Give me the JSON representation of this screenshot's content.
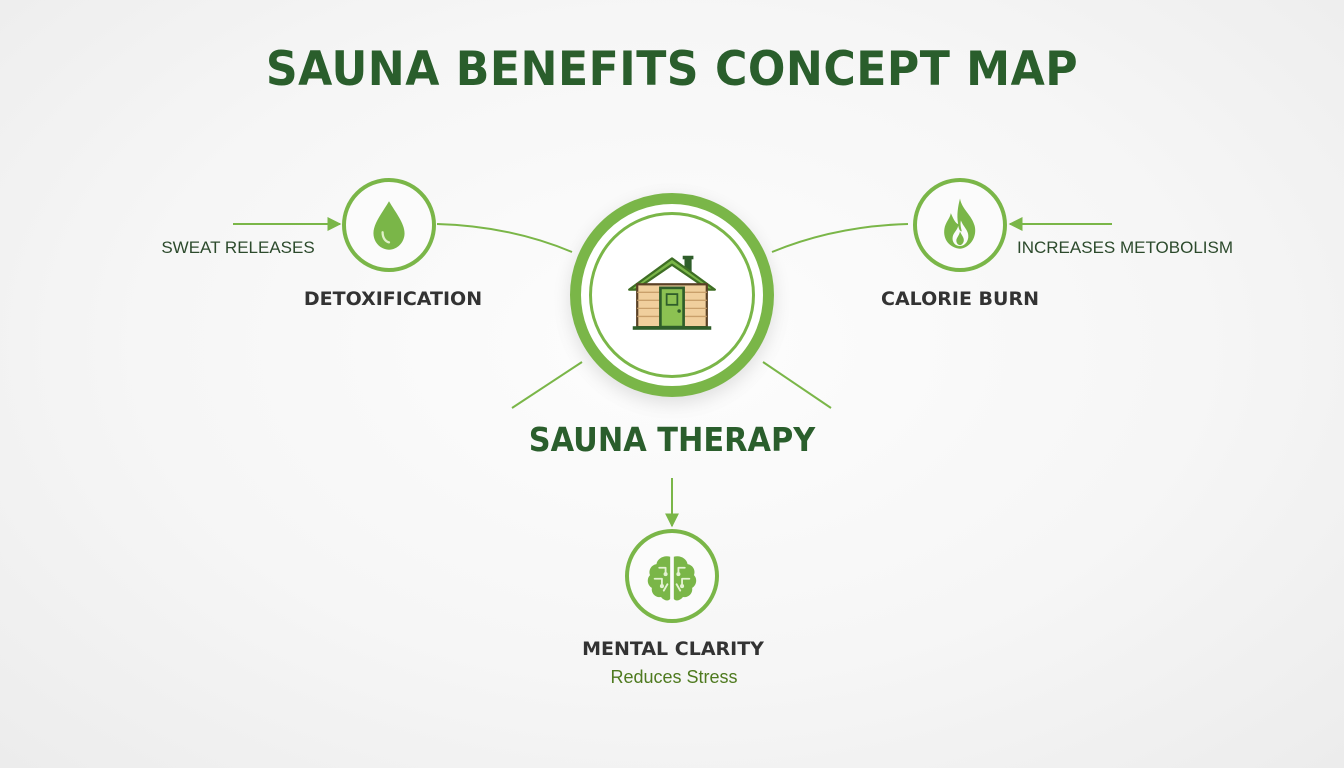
{
  "title": "SAUNA BENEFITS CONCEPT MAP",
  "center": {
    "label": "SAUNA THERAPY",
    "icon": "sauna-cabin-icon"
  },
  "nodes": [
    {
      "id": "detox",
      "label": "DETOXIFICATION",
      "relation": "SWEAT RELEASES",
      "icon": "water-drop-icon"
    },
    {
      "id": "calorie",
      "label": "CALORIE BURN",
      "relation": "INCREASES METOBOLISM",
      "icon": "flame-icon"
    },
    {
      "id": "mental",
      "label": "MENTAL CLARITY",
      "sublabel": "Reduces Stress",
      "icon": "brain-icon"
    }
  ],
  "colors": {
    "accent": "#7ab648",
    "title": "#2a5e2c",
    "text": "#333333",
    "cabin_wood": "#f0cf9d",
    "background": "#f5f5f5"
  }
}
